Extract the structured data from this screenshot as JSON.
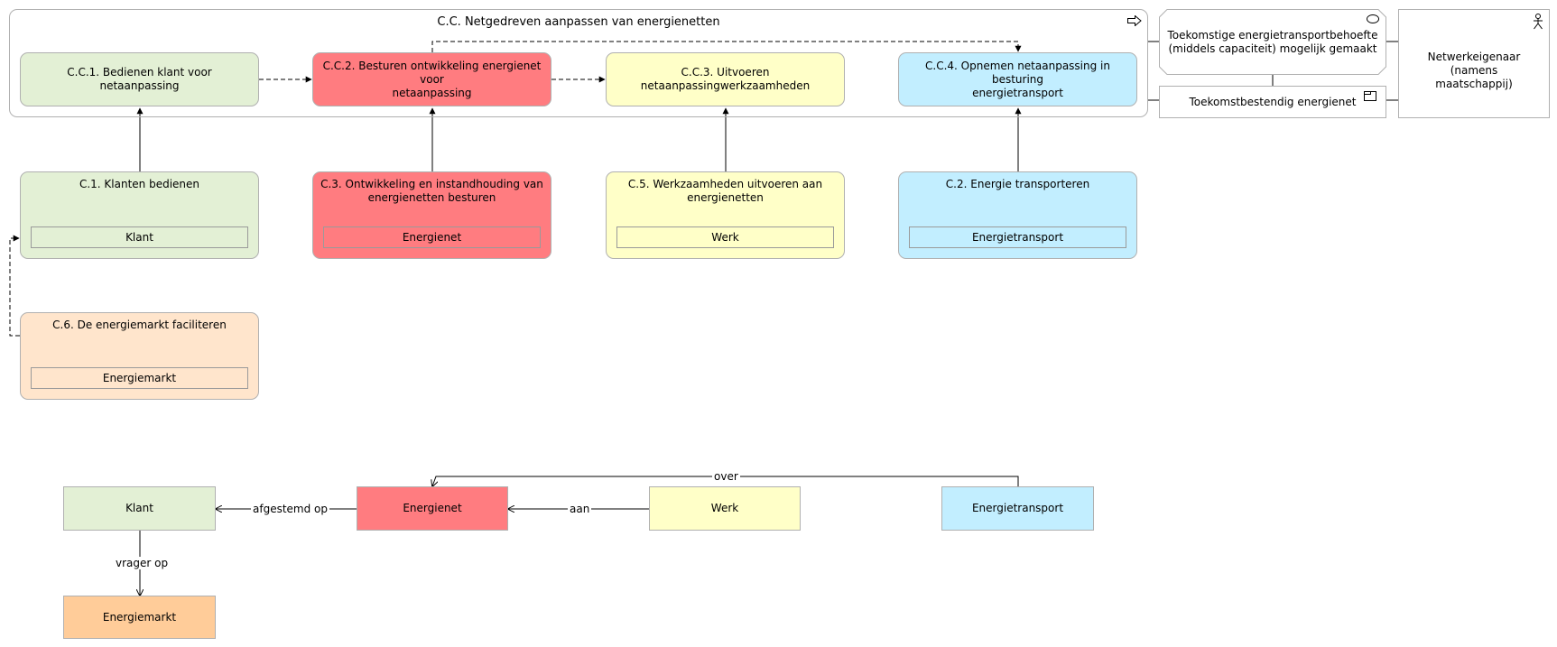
{
  "container": {
    "title": "C.C. Netgedreven aanpassen van energienetten",
    "icon": "process-arrow-icon"
  },
  "side": {
    "outcome": "Toekomstige energietransportbehoefte\n(middels capaciteit) mogelijk gemaakt",
    "outcome_icon": "outcome-ellipse-icon",
    "product": "Toekomstbestendig energienet",
    "product_icon": "product-icon",
    "actor": "Netwerkeigenaar (namens\nmaatschappij)",
    "actor_icon": "actor-icon"
  },
  "steps": [
    {
      "title": "C.C.1. Bedienen klant voor netaanpassing"
    },
    {
      "title": "C.C.2. Besturen ontwikkeling energienet voor\nnetaanpassing"
    },
    {
      "title": "C.C.3. Uitvoeren netaanpassingwerkzaamheden"
    },
    {
      "title": "C.C.4. Opnemen netaanpassing in besturing\nenergietransport"
    }
  ],
  "capabilities": [
    {
      "title": "C.1. Klanten bedienen",
      "object": "Klant"
    },
    {
      "title": "C.3. Ontwikkeling en instandhouding van\nenergienetten besturen",
      "object": "Energienet"
    },
    {
      "title": "C.5. Werkzaamheden uitvoeren aan\nenergienetten",
      "object": "Werk"
    },
    {
      "title": "C.2. Energie transporteren",
      "object": "Energietransport"
    },
    {
      "title": "C.6. De energiemarkt faciliteren",
      "object": "Energiemarkt"
    }
  ],
  "objects": {
    "klant": "Klant",
    "energienet": "Energienet",
    "werk": "Werk",
    "energietransport": "Energietransport",
    "energiemarkt": "Energiemarkt"
  },
  "relations": {
    "afgestemd_op": "afgestemd op",
    "aan": "aan",
    "over": "over",
    "vrager_op": "vrager op"
  },
  "colors": {
    "green": "#e3f0d5",
    "red": "#ff7c80",
    "yellow": "#ffffc8",
    "blue": "#c2eeff",
    "peach": "#ffe5cc",
    "orange": "#ffcc99"
  }
}
